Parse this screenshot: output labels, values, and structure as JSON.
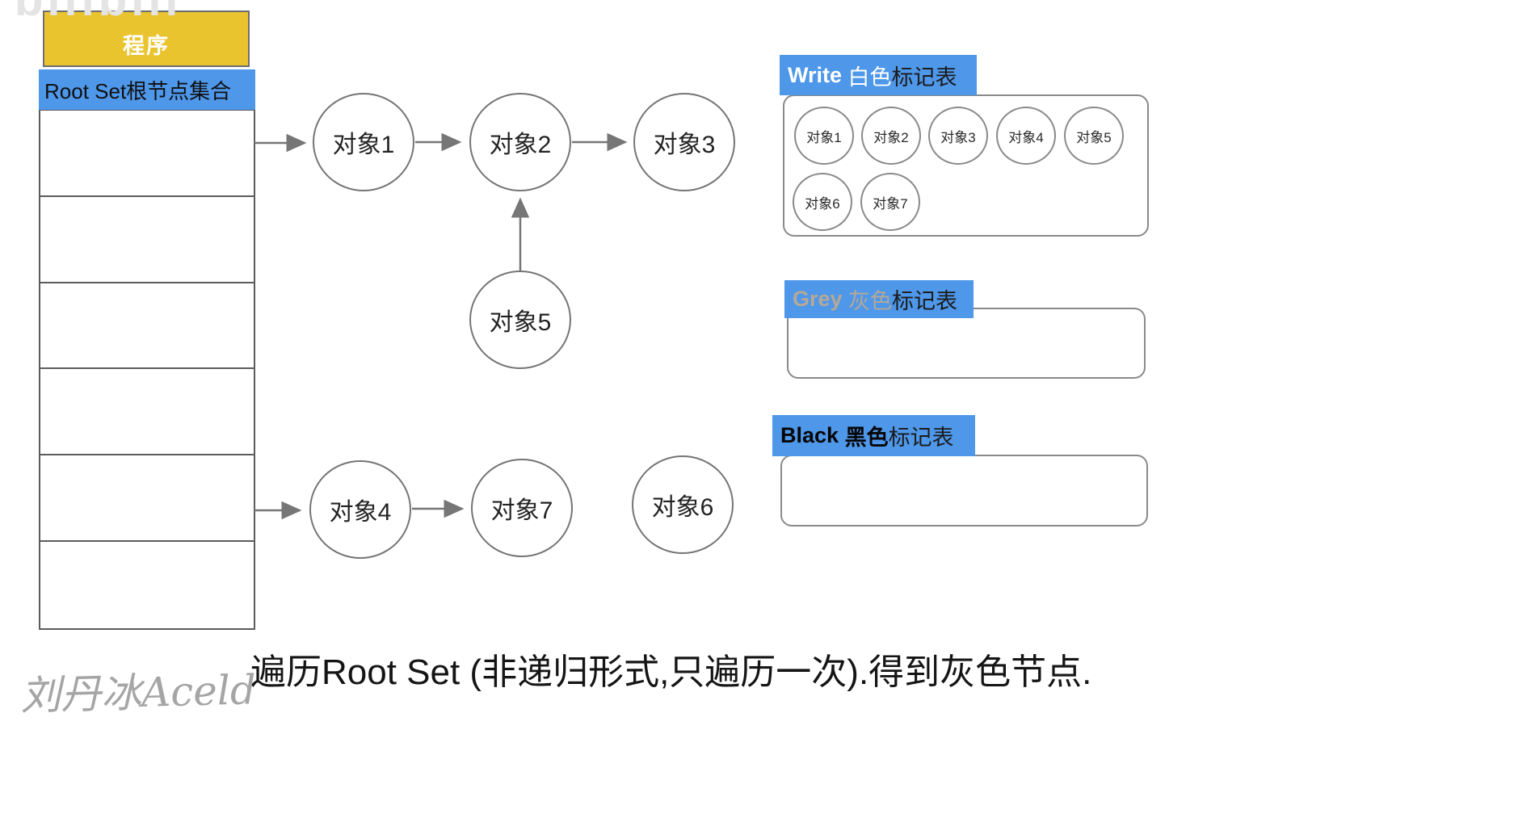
{
  "watermark": {
    "text": "bilibili"
  },
  "program_stack": {
    "header": "程序",
    "root_set": "Root Set根节点集合",
    "empty_row_count": 6
  },
  "graph": {
    "nodes": [
      {
        "id": "obj1",
        "label": "对象1"
      },
      {
        "id": "obj2",
        "label": "对象2"
      },
      {
        "id": "obj3",
        "label": "对象3"
      },
      {
        "id": "obj5",
        "label": "对象5"
      },
      {
        "id": "obj4",
        "label": "对象4"
      },
      {
        "id": "obj7",
        "label": "对象7"
      },
      {
        "id": "obj6",
        "label": "对象6"
      }
    ],
    "edges": [
      "root-set→对象1",
      "对象1→对象2",
      "对象2→对象3",
      "对象5→对象2",
      "root-set→对象4",
      "对象4→对象7"
    ]
  },
  "tables": {
    "white": {
      "title_en": "Write ",
      "title_cn": "白色",
      "title_suffix": "标记表",
      "objects": [
        "对象1",
        "对象2",
        "对象3",
        "对象4",
        "对象5",
        "对象6",
        "对象7"
      ]
    },
    "grey": {
      "title_en": "Grey ",
      "title_cn": "灰色",
      "title_suffix": "标记表",
      "objects": []
    },
    "black": {
      "title_en": "Black ",
      "title_cn": "黑色",
      "title_suffix": "标记表",
      "objects": []
    }
  },
  "caption": "遍历Root Set (非递归形式,只遍历一次).得到灰色节点.",
  "signature": "刘丹冰Aceld",
  "colors": {
    "accent_blue": "#4E97E9",
    "header_yellow": "#EAC42F",
    "grey_label_text": "#B5A897",
    "arrow_grey": "#767676",
    "border_grey": "#8A8A8A"
  }
}
